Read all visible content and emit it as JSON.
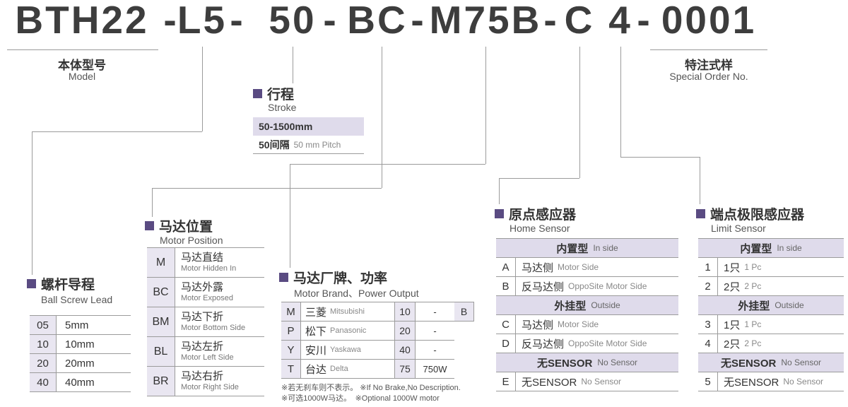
{
  "colors": {
    "accent_square": "#5a4b82",
    "header_row_bg": "#dfdbeb",
    "code_cell_bg": "#e9e6f1",
    "line": "#9b9b9b",
    "title_text": "#3d3d3d"
  },
  "title": {
    "dash": "-",
    "s0": "BTH22",
    "s1": "L5",
    "s2": "50",
    "s3": "BC",
    "s4": "M75B",
    "s5": "C",
    "s6": "4",
    "s7": "0001"
  },
  "model_label": {
    "zh": "本体型号",
    "en": "Model"
  },
  "special_label": {
    "zh": "特注式样",
    "en": "Special Order No."
  },
  "stroke": {
    "zh": "行程",
    "en": "Stroke",
    "range": "50-1500mm",
    "pitch_zh": "50间隔",
    "pitch_en": "50 mm Pitch"
  },
  "lead": {
    "zh": "螺杆导程",
    "en": "Ball Screw Lead",
    "rows": [
      {
        "code": "05",
        "value": "5mm"
      },
      {
        "code": "10",
        "value": "10mm"
      },
      {
        "code": "20",
        "value": "20mm"
      },
      {
        "code": "40",
        "value": "40mm"
      }
    ]
  },
  "motor_position": {
    "zh": "马达位置",
    "en": "Motor Position",
    "rows": [
      {
        "code": "M",
        "zh": "马达直结",
        "en": "Motor Hidden In"
      },
      {
        "code": "BC",
        "zh": "马达外露",
        "en": "Motor Exposed"
      },
      {
        "code": "BM",
        "zh": "马达下折",
        "en": "Motor Bottom Side"
      },
      {
        "code": "BL",
        "zh": "马达左折",
        "en": "Motor Left Side"
      },
      {
        "code": "BR",
        "zh": "马达右折",
        "en": "Motor Right Side"
      }
    ]
  },
  "motor_brand": {
    "zh": "马达厂牌、功率",
    "en": "Motor Brand、Power Output",
    "rows": [
      {
        "code": "M",
        "brand_zh": "三菱",
        "brand_en": "Mitsubishi",
        "power_code": "10",
        "power": "-",
        "brake": "B"
      },
      {
        "code": "P",
        "brand_zh": "松下",
        "brand_en": "Panasonic",
        "power_code": "20",
        "power": "-"
      },
      {
        "code": "Y",
        "brand_zh": "安川",
        "brand_en": "Yaskawa",
        "power_code": "40",
        "power": "-"
      },
      {
        "code": "T",
        "brand_zh": "台达",
        "brand_en": "Delta",
        "power_code": "75",
        "power": "750W"
      }
    ],
    "notes": [
      "※若无刹车则不表示。 ※If No Brake,No Description.",
      "※可选1000W马达。　※Optional 1000W motor"
    ]
  },
  "home_sensor": {
    "zh": "原点感应器",
    "en": "Home Sensor",
    "rows": [
      {
        "type": "header",
        "zh": "内置型",
        "en": "In side"
      },
      {
        "code": "A",
        "zh": "马达侧",
        "en": "Motor Side"
      },
      {
        "code": "B",
        "zh": "反马达侧",
        "en": "OppoSite Motor Side"
      },
      {
        "type": "header",
        "zh": "外挂型",
        "en": "Outside"
      },
      {
        "code": "C",
        "zh": "马达侧",
        "en": "Motor Side"
      },
      {
        "code": "D",
        "zh": "反马达侧",
        "en": "OppoSite Motor Side"
      },
      {
        "type": "header",
        "zh": "无SENSOR",
        "en": "No Sensor"
      },
      {
        "code": "E",
        "zh": "无SENSOR",
        "en": "No Sensor"
      }
    ]
  },
  "limit_sensor": {
    "zh": "端点极限感应器",
    "en": "Limit Sensor",
    "rows": [
      {
        "type": "header",
        "zh": "内置型",
        "en": "In side"
      },
      {
        "code": "1",
        "zh": "1只",
        "en": "1 Pc"
      },
      {
        "code": "2",
        "zh": "2只",
        "en": "2 Pc"
      },
      {
        "type": "header",
        "zh": "外挂型",
        "en": "Outside"
      },
      {
        "code": "3",
        "zh": "1只",
        "en": "1 Pc"
      },
      {
        "code": "4",
        "zh": "2只",
        "en": "2 Pc"
      },
      {
        "type": "header",
        "zh": "无SENSOR",
        "en": "No Sensor"
      },
      {
        "code": "5",
        "zh": "无SENSOR",
        "en": "No Sensor"
      }
    ]
  }
}
